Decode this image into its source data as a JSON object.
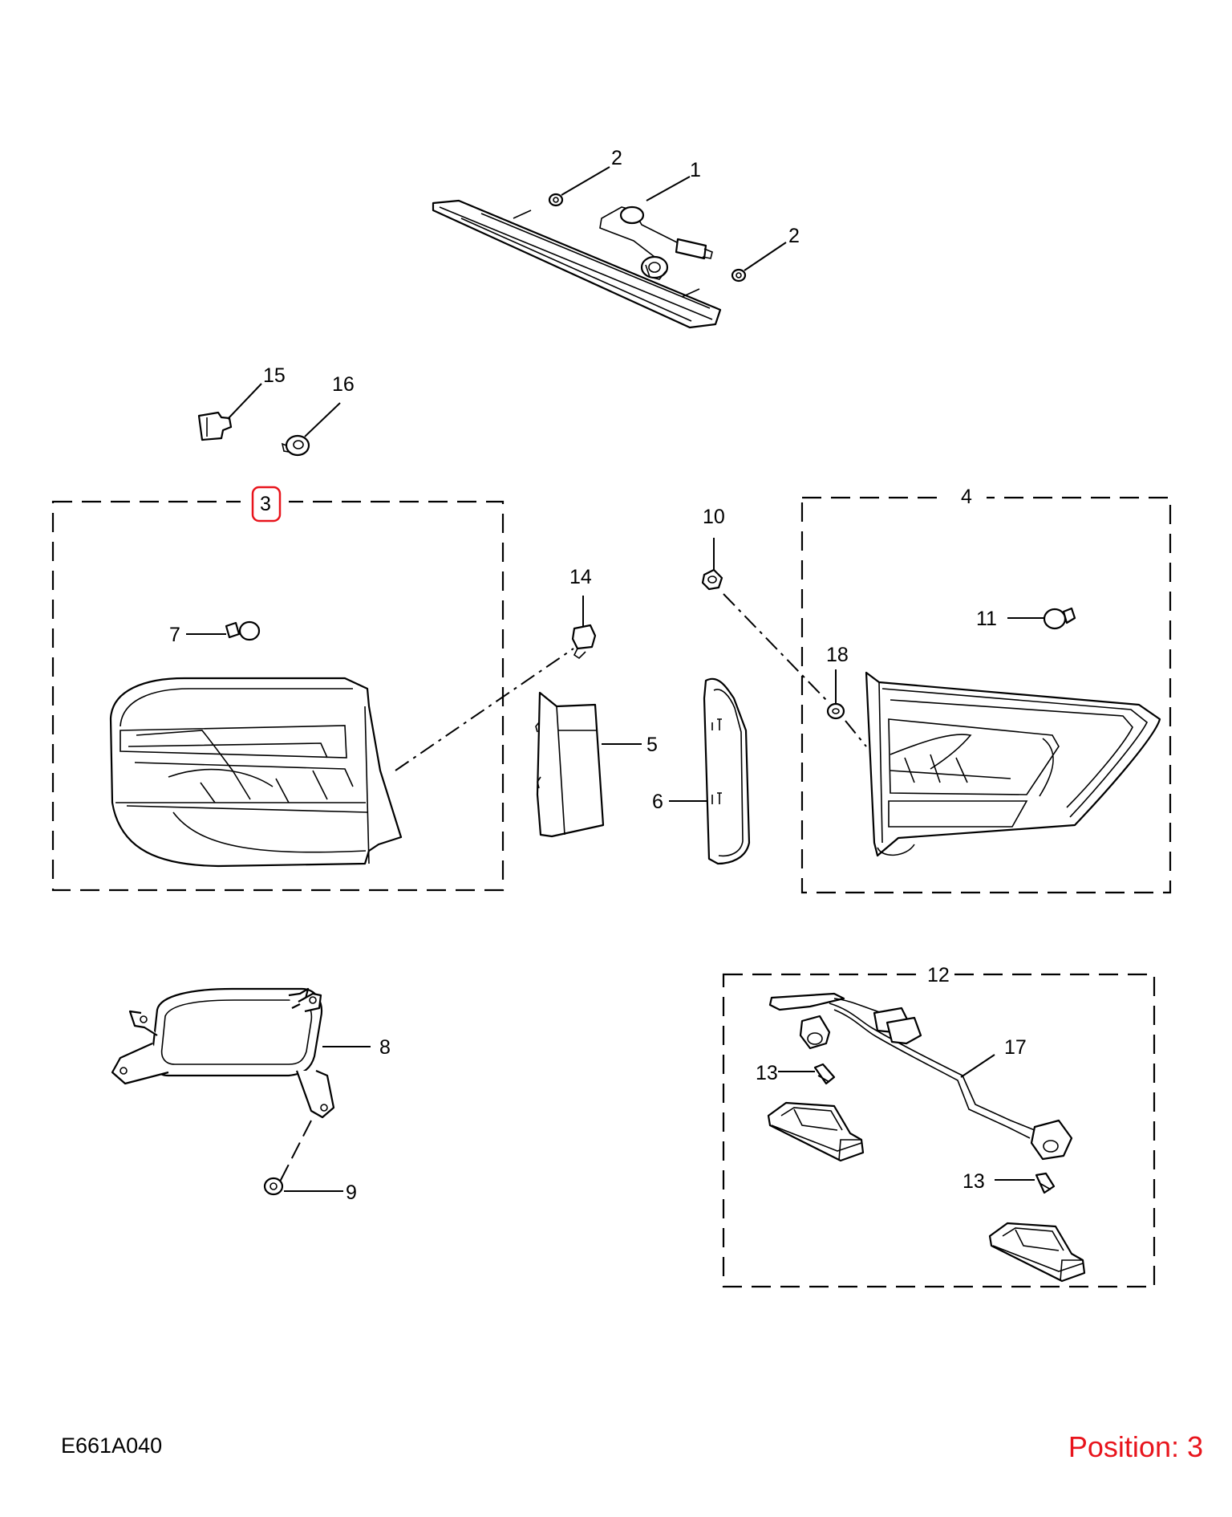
{
  "diagram_code": "E661A040",
  "position_label": "Position: 3",
  "highlight_color": "#e8141c",
  "callouts": [
    {
      "id": "c1",
      "label": "1"
    },
    {
      "id": "c2a",
      "label": "2"
    },
    {
      "id": "c2b",
      "label": "2"
    },
    {
      "id": "c3",
      "label": "3",
      "highlighted": true
    },
    {
      "id": "c4",
      "label": "4"
    },
    {
      "id": "c5",
      "label": "5"
    },
    {
      "id": "c6",
      "label": "6"
    },
    {
      "id": "c7",
      "label": "7"
    },
    {
      "id": "c8",
      "label": "8"
    },
    {
      "id": "c9",
      "label": "9"
    },
    {
      "id": "c10",
      "label": "10"
    },
    {
      "id": "c11",
      "label": "11"
    },
    {
      "id": "c12",
      "label": "12"
    },
    {
      "id": "c13a",
      "label": "13"
    },
    {
      "id": "c13b",
      "label": "13"
    },
    {
      "id": "c14",
      "label": "14"
    },
    {
      "id": "c15",
      "label": "15"
    },
    {
      "id": "c16",
      "label": "16"
    },
    {
      "id": "c17",
      "label": "17"
    },
    {
      "id": "c18",
      "label": "18"
    }
  ]
}
